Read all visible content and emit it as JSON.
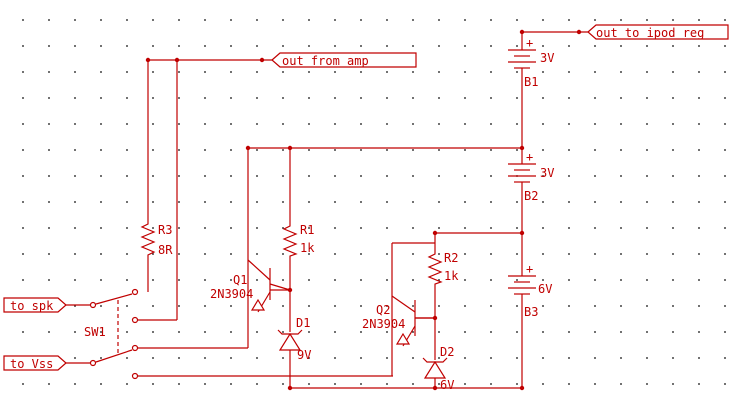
{
  "colors": {
    "wire": "#c00000",
    "background": "#ffffff",
    "grid_dot": "#4a4a4a"
  },
  "ports": {
    "out_from_amp": "out from amp",
    "out_to_ipod_reg": "out to ipod reg",
    "to_spk": "to spk",
    "to_vss": "to Vss"
  },
  "batteries": {
    "b1": {
      "ref": "B1",
      "value": "3V",
      "plus": "+"
    },
    "b2": {
      "ref": "B2",
      "value": "3V",
      "plus": "+"
    },
    "b3": {
      "ref": "B3",
      "value": "6V",
      "plus": "+"
    }
  },
  "resistors": {
    "r1": {
      "ref": "R1",
      "value": "1k"
    },
    "r2": {
      "ref": "R2",
      "value": "1k"
    },
    "r3": {
      "ref": "R3",
      "value": "8R"
    }
  },
  "transistors": {
    "q1": {
      "ref": "Q1",
      "part": "2N3904"
    },
    "q2": {
      "ref": "Q2",
      "part": "2N3904"
    }
  },
  "zeners": {
    "d1": {
      "ref": "D1",
      "value": "9V"
    },
    "d2": {
      "ref": "D2",
      "value": "6V"
    }
  },
  "switch": {
    "ref": "SW1"
  }
}
